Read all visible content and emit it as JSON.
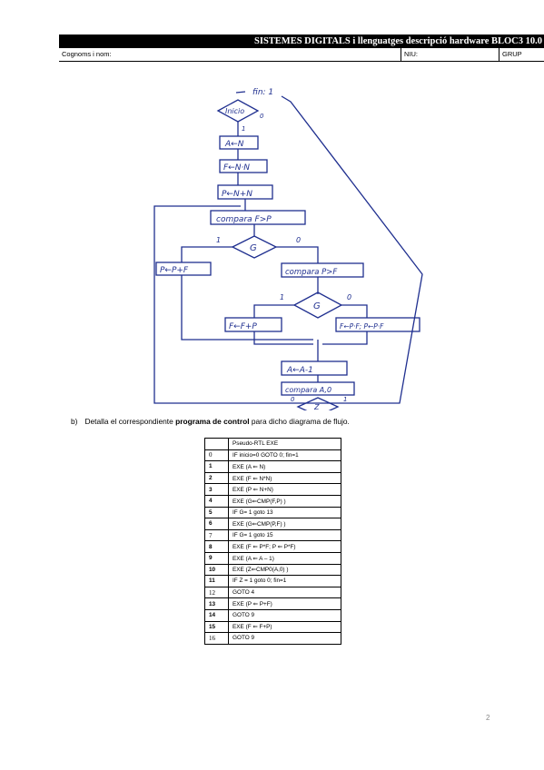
{
  "header": {
    "title": "SISTEMES DIGITALS i llenguatges descripció hardware BLOC3 10.0",
    "fields": [
      "Cognoms i nom:",
      "NIU:",
      "GRUP"
    ]
  },
  "flowchart": {
    "fin_label": "fin: 1",
    "start": "Inicio",
    "start_yes": "1",
    "start_no": "0",
    "boxes": [
      "A←N",
      "F←N·N",
      "P←N+N",
      "compara F>P"
    ],
    "decision1": {
      "label": "G",
      "left": "1",
      "right": "0"
    },
    "box_p_pf": "P←P+F",
    "box_cmp_pf": "compara P>F",
    "decision2": {
      "label": "G",
      "left": "1",
      "right": "0"
    },
    "box_f_fp": "F←F+P",
    "box_fpf": "F←P·F; P←P·F",
    "box_a": "A←A-1",
    "box_cmpa": "compara A,0",
    "decision3": {
      "label": "Z",
      "left": "0",
      "right": "1"
    }
  },
  "question": {
    "label": "b)",
    "pre": "Detalla el correspondiente ",
    "bold": "programa de control",
    "post": " para dicho diagrama de flujo."
  },
  "program_table": {
    "header": "Pseudo-RTL EXE",
    "rows": [
      {
        "n": "0",
        "code": "IF inicio=0 GOTO 0; fin=1"
      },
      {
        "n": "1",
        "code": "EXE (A ⇐ N)"
      },
      {
        "n": "2",
        "code": "EXE (F ⇐ N*N)"
      },
      {
        "n": "3",
        "code": "EXE (P ⇐ N+N)"
      },
      {
        "n": "4",
        "code": "EXE (G⇐CMP(F,P) )"
      },
      {
        "n": "5",
        "code": "IF G= 1 goto 13"
      },
      {
        "n": "6",
        "code": "EXE (G⇐CMP(P,F) )"
      },
      {
        "n": "7",
        "code": "IF G= 1 goto 15"
      },
      {
        "n": "8",
        "code": "EXE (F ⇐ P*F; P ⇐ P*F)"
      },
      {
        "n": "9",
        "code": "EXE (A ⇐ A – 1)"
      },
      {
        "n": "10",
        "code": "EXE (Z⇐CMP0(A,0) )"
      },
      {
        "n": "11",
        "code": "IF Z = 1 goto 0; fin=1"
      },
      {
        "n": "12",
        "code": "GOTO 4"
      },
      {
        "n": "13",
        "code": "EXE (P ⇐ P+F)"
      },
      {
        "n": "14",
        "code": "GOTO 9"
      },
      {
        "n": "15",
        "code": "EXE (F ⇐ F+P)"
      },
      {
        "n": "16",
        "code": "GOTO 9"
      }
    ]
  },
  "page_number": "2"
}
